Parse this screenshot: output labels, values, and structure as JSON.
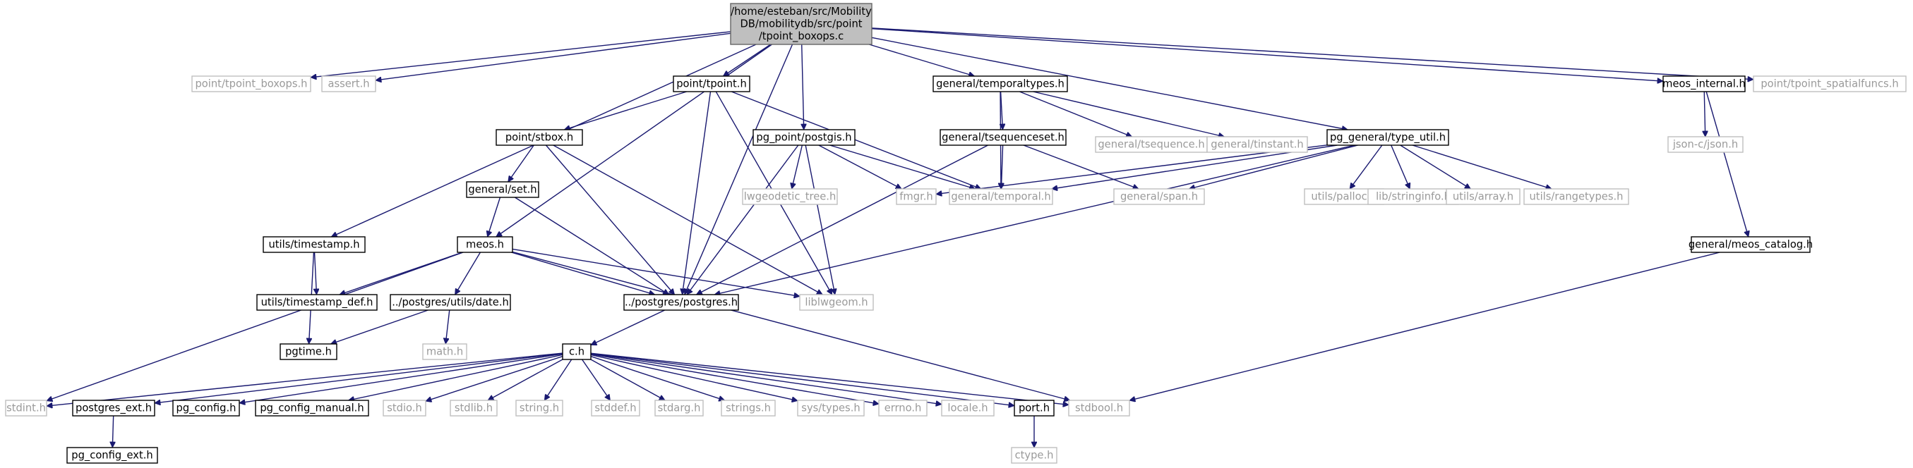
{
  "graph": {
    "nodes": [
      {
        "id": "root",
        "style": "root",
        "label": [
          "/home/esteban/src/Mobility",
          "DB/mobilitydb/src/point",
          "/tpoint_boxops.c"
        ]
      },
      {
        "id": "tpoint_boxops_h",
        "style": "light",
        "label": [
          "point/tpoint_boxops.h"
        ]
      },
      {
        "id": "assert_h",
        "style": "light",
        "label": [
          "assert.h"
        ]
      },
      {
        "id": "point_tpoint_h",
        "style": "solid",
        "label": [
          "point/tpoint.h"
        ]
      },
      {
        "id": "general_temporaltypes_h",
        "style": "solid",
        "label": [
          "general/temporaltypes.h"
        ]
      },
      {
        "id": "meos_internal_h",
        "style": "solid",
        "label": [
          "meos_internal.h"
        ]
      },
      {
        "id": "tpoint_spatialfuncs_h",
        "style": "light",
        "label": [
          "point/tpoint_spatialfuncs.h"
        ]
      },
      {
        "id": "point_stbox_h",
        "style": "solid",
        "label": [
          "point/stbox.h"
        ]
      },
      {
        "id": "pg_point_postgis_h",
        "style": "solid",
        "label": [
          "pg_point/postgis.h"
        ]
      },
      {
        "id": "general_tsequence_h",
        "style": "light",
        "label": [
          "general/tsequence.h"
        ]
      },
      {
        "id": "general_tinstant_h",
        "style": "light",
        "label": [
          "general/tinstant.h"
        ]
      },
      {
        "id": "general_tsequenceset_h",
        "style": "solid",
        "label": [
          "general/tsequenceset.h"
        ]
      },
      {
        "id": "pg_general_type_util_h",
        "style": "solid",
        "label": [
          "pg_general/type_util.h"
        ]
      },
      {
        "id": "json_c_json_h",
        "style": "light",
        "label": [
          "json-c/json.h"
        ]
      },
      {
        "id": "general_set_h",
        "style": "solid",
        "label": [
          "general/set.h"
        ]
      },
      {
        "id": "lwgeodetic_tree_h",
        "style": "light",
        "label": [
          "lwgeodetic_tree.h"
        ]
      },
      {
        "id": "fmgr_h",
        "style": "light",
        "label": [
          "fmgr.h"
        ]
      },
      {
        "id": "general_temporal_h",
        "style": "light",
        "label": [
          "general/temporal.h"
        ]
      },
      {
        "id": "general_span_h",
        "style": "light",
        "label": [
          "general/span.h"
        ]
      },
      {
        "id": "utils_palloc_h",
        "style": "light",
        "label": [
          "utils/palloc.h"
        ]
      },
      {
        "id": "lib_stringinfo_h",
        "style": "light",
        "label": [
          "lib/stringinfo.h"
        ]
      },
      {
        "id": "utils_array_h",
        "style": "light",
        "label": [
          "utils/array.h"
        ]
      },
      {
        "id": "utils_rangetypes_h",
        "style": "light",
        "label": [
          "utils/rangetypes.h"
        ]
      },
      {
        "id": "utils_timestamp_h",
        "style": "solid",
        "label": [
          "utils/timestamp.h"
        ]
      },
      {
        "id": "meos_h",
        "style": "solid",
        "label": [
          "meos.h"
        ]
      },
      {
        "id": "general_meos_catalog_h",
        "style": "solid",
        "label": [
          "general/meos_catalog.h"
        ]
      },
      {
        "id": "utils_timestamp_def_h",
        "style": "solid",
        "label": [
          "utils/timestamp_def.h"
        ]
      },
      {
        "id": "postgres_utils_date_h",
        "style": "solid",
        "label": [
          "../postgres/utils/date.h"
        ]
      },
      {
        "id": "postgres_postgres_h",
        "style": "solid",
        "label": [
          "../postgres/postgres.h"
        ]
      },
      {
        "id": "liblwgeom_h",
        "style": "light",
        "label": [
          "liblwgeom.h"
        ]
      },
      {
        "id": "pgtime_h",
        "style": "solid",
        "label": [
          "pgtime.h"
        ]
      },
      {
        "id": "math_h",
        "style": "light",
        "label": [
          "math.h"
        ]
      },
      {
        "id": "c_h",
        "style": "solid",
        "label": [
          "c.h"
        ]
      },
      {
        "id": "stdint_h",
        "style": "light",
        "label": [
          "stdint.h"
        ]
      },
      {
        "id": "postgres_ext_h",
        "style": "solid",
        "label": [
          "postgres_ext.h"
        ]
      },
      {
        "id": "pg_config_h",
        "style": "solid",
        "label": [
          "pg_config.h"
        ]
      },
      {
        "id": "pg_config_manual_h",
        "style": "solid",
        "label": [
          "pg_config_manual.h"
        ]
      },
      {
        "id": "stdio_h",
        "style": "light",
        "label": [
          "stdio.h"
        ]
      },
      {
        "id": "stdlib_h",
        "style": "light",
        "label": [
          "stdlib.h"
        ]
      },
      {
        "id": "string_h",
        "style": "light",
        "label": [
          "string.h"
        ]
      },
      {
        "id": "stddef_h",
        "style": "light",
        "label": [
          "stddef.h"
        ]
      },
      {
        "id": "stdarg_h",
        "style": "light",
        "label": [
          "stdarg.h"
        ]
      },
      {
        "id": "strings_h",
        "style": "light",
        "label": [
          "strings.h"
        ]
      },
      {
        "id": "sys_types_h",
        "style": "light",
        "label": [
          "sys/types.h"
        ]
      },
      {
        "id": "errno_h",
        "style": "light",
        "label": [
          "errno.h"
        ]
      },
      {
        "id": "locale_h",
        "style": "light",
        "label": [
          "locale.h"
        ]
      },
      {
        "id": "port_h",
        "style": "solid",
        "label": [
          "port.h"
        ]
      },
      {
        "id": "stdbool_h",
        "style": "light",
        "label": [
          "stdbool.h"
        ]
      },
      {
        "id": "pg_config_ext_h",
        "style": "solid",
        "label": [
          "pg_config_ext.h"
        ]
      },
      {
        "id": "ctype_h",
        "style": "light",
        "label": [
          "ctype.h"
        ]
      }
    ],
    "edges": [
      [
        "root",
        "tpoint_boxops_h"
      ],
      [
        "root",
        "assert_h"
      ],
      [
        "root",
        "point_tpoint_h"
      ],
      [
        "root",
        "general_temporaltypes_h"
      ],
      [
        "root",
        "meos_internal_h"
      ],
      [
        "root",
        "tpoint_spatialfuncs_h"
      ],
      [
        "root",
        "pg_point_postgis_h"
      ],
      [
        "root",
        "pg_general_type_util_h"
      ],
      [
        "root",
        "utils_timestamp_h"
      ],
      [
        "root",
        "meos_h"
      ],
      [
        "root",
        "postgres_postgres_h"
      ],
      [
        "point_tpoint_h",
        "point_stbox_h"
      ],
      [
        "point_tpoint_h",
        "general_temporal_h"
      ],
      [
        "point_tpoint_h",
        "postgres_postgres_h"
      ],
      [
        "point_tpoint_h",
        "liblwgeom_h"
      ],
      [
        "general_temporaltypes_h",
        "general_tsequenceset_h"
      ],
      [
        "general_temporaltypes_h",
        "general_tsequence_h"
      ],
      [
        "general_temporaltypes_h",
        "general_tinstant_h"
      ],
      [
        "general_temporaltypes_h",
        "general_temporal_h"
      ],
      [
        "meos_internal_h",
        "json_c_json_h"
      ],
      [
        "meos_internal_h",
        "general_meos_catalog_h"
      ],
      [
        "point_stbox_h",
        "general_set_h"
      ],
      [
        "point_stbox_h",
        "postgres_postgres_h"
      ],
      [
        "point_stbox_h",
        "liblwgeom_h"
      ],
      [
        "pg_point_postgis_h",
        "lwgeodetic_tree_h"
      ],
      [
        "pg_point_postgis_h",
        "fmgr_h"
      ],
      [
        "pg_point_postgis_h",
        "general_temporal_h"
      ],
      [
        "pg_point_postgis_h",
        "postgres_postgres_h"
      ],
      [
        "pg_point_postgis_h",
        "liblwgeom_h"
      ],
      [
        "general_tsequenceset_h",
        "general_temporal_h"
      ],
      [
        "general_tsequenceset_h",
        "general_span_h"
      ],
      [
        "general_tsequenceset_h",
        "postgres_postgres_h"
      ],
      [
        "pg_general_type_util_h",
        "fmgr_h"
      ],
      [
        "pg_general_type_util_h",
        "general_temporal_h"
      ],
      [
        "pg_general_type_util_h",
        "general_span_h"
      ],
      [
        "pg_general_type_util_h",
        "utils_palloc_h"
      ],
      [
        "pg_general_type_util_h",
        "lib_stringinfo_h"
      ],
      [
        "pg_general_type_util_h",
        "utils_array_h"
      ],
      [
        "pg_general_type_util_h",
        "utils_rangetypes_h"
      ],
      [
        "pg_general_type_util_h",
        "postgres_postgres_h"
      ],
      [
        "general_set_h",
        "meos_h"
      ],
      [
        "general_set_h",
        "postgres_postgres_h"
      ],
      [
        "utils_timestamp_h",
        "utils_timestamp_def_h"
      ],
      [
        "utils_timestamp_h",
        "pgtime_h"
      ],
      [
        "meos_h",
        "utils_timestamp_def_h"
      ],
      [
        "meos_h",
        "postgres_utils_date_h"
      ],
      [
        "meos_h",
        "postgres_postgres_h"
      ],
      [
        "meos_h",
        "liblwgeom_h"
      ],
      [
        "meos_h",
        "stdint_h"
      ],
      [
        "meos_h",
        "stdbool_h"
      ],
      [
        "general_meos_catalog_h",
        "stdbool_h"
      ],
      [
        "postgres_utils_date_h",
        "pgtime_h"
      ],
      [
        "postgres_utils_date_h",
        "math_h"
      ],
      [
        "postgres_postgres_h",
        "c_h"
      ],
      [
        "c_h",
        "stdint_h"
      ],
      [
        "c_h",
        "postgres_ext_h"
      ],
      [
        "c_h",
        "pg_config_h"
      ],
      [
        "c_h",
        "pg_config_manual_h"
      ],
      [
        "c_h",
        "stdio_h"
      ],
      [
        "c_h",
        "stdlib_h"
      ],
      [
        "c_h",
        "string_h"
      ],
      [
        "c_h",
        "stddef_h"
      ],
      [
        "c_h",
        "stdarg_h"
      ],
      [
        "c_h",
        "strings_h"
      ],
      [
        "c_h",
        "sys_types_h"
      ],
      [
        "c_h",
        "errno_h"
      ],
      [
        "c_h",
        "locale_h"
      ],
      [
        "c_h",
        "port_h"
      ],
      [
        "c_h",
        "stdbool_h"
      ],
      [
        "postgres_ext_h",
        "pg_config_ext_h"
      ],
      [
        "port_h",
        "ctype_h"
      ]
    ]
  }
}
